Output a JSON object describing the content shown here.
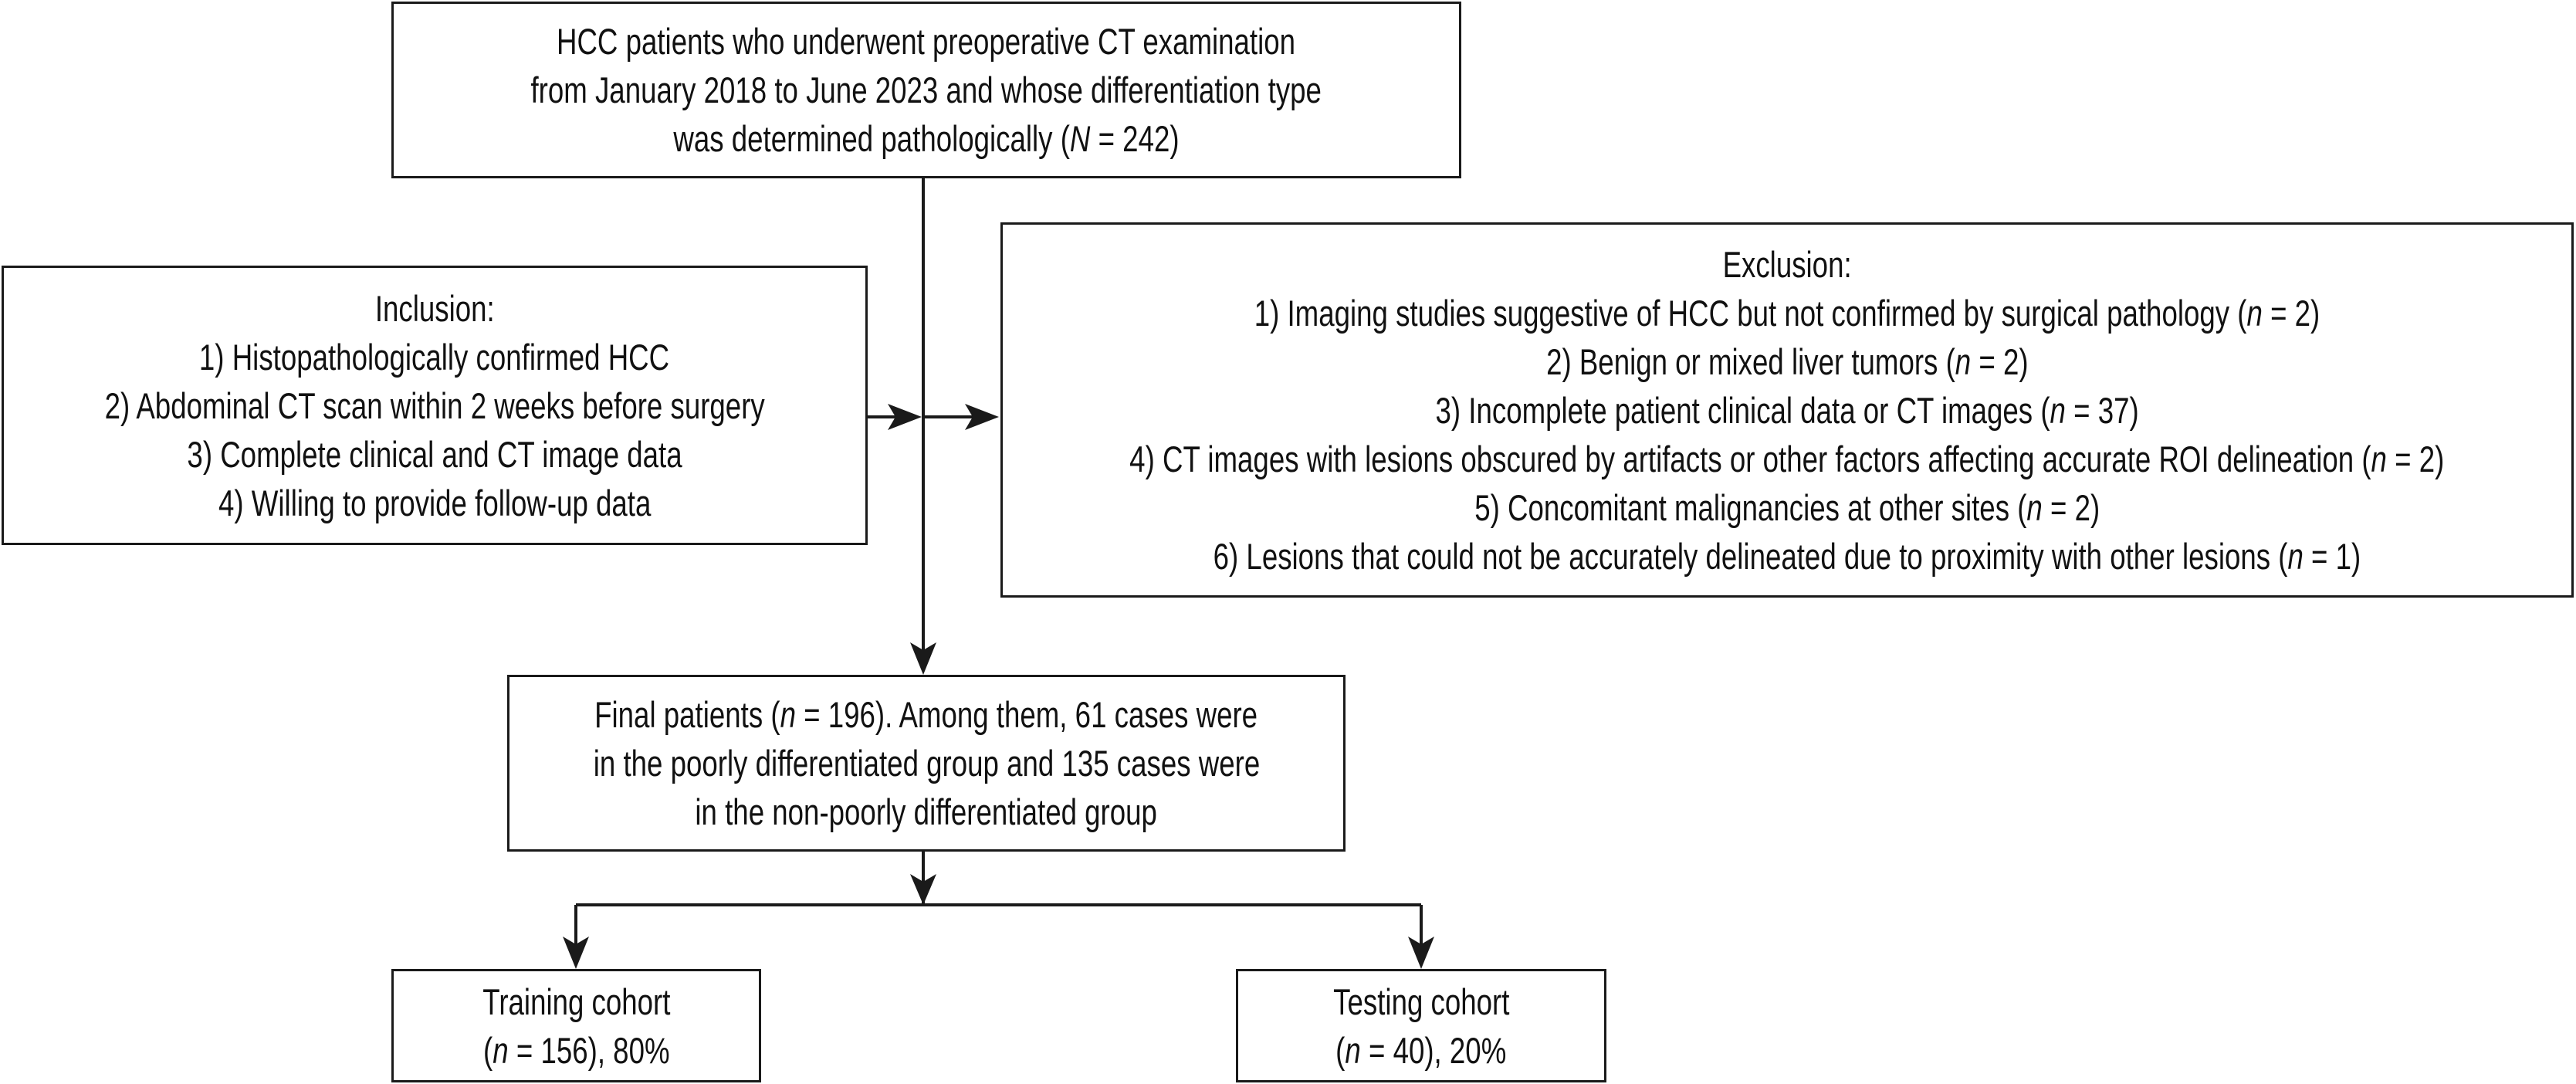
{
  "top_box": {
    "lines": [
      "HCC patients who underwent preoperative CT examination",
      "from January 2018 to June 2023 and whose differentiation type",
      "was determined pathologically (<i>N</i> = 242)"
    ]
  },
  "inclusion_box": {
    "lines": [
      "Inclusion:",
      "1) Histopathologically confirmed HCC",
      "2) Abdominal CT scan within 2 weeks before surgery",
      "3) Complete clinical and CT image data",
      "4) Willing to provide follow-up data"
    ]
  },
  "exclusion_box": {
    "lines": [
      "Exclusion:",
      "1) Imaging studies suggestive of HCC but not confirmed by surgical pathology (<i>n</i> = 2)",
      "2) Benign or mixed liver tumors (<i>n</i> = 2)",
      "3) Incomplete patient clinical data or CT images (<i>n</i> = 37)",
      "4) CT images with lesions obscured by artifacts or other factors affecting accurate ROI delineation (<i>n</i> = 2)",
      "5) Concomitant malignancies at other sites (<i>n</i> = 2)",
      "6) Lesions that could not be accurately delineated due to proximity with other lesions (<i>n</i> = 1)"
    ]
  },
  "final_box": {
    "lines": [
      "Final patients (<i>n</i> = 196). Among them, 61 cases were",
      "in the poorly differentiated group and 135 cases were",
      "in the non-poorly differentiated group"
    ]
  },
  "training_box": {
    "lines": [
      "Training cohort",
      "(<i>n</i> = 156), 80%"
    ]
  },
  "testing_box": {
    "lines": [
      "Testing cohort",
      "(<i>n</i> = 40), 20%"
    ]
  }
}
